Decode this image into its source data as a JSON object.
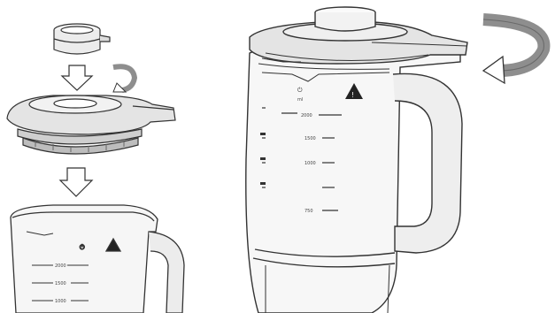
{
  "figure": {
    "steps": [
      "insert-cap",
      "place-lid-and-twist",
      "lid-on-jug",
      "twist-to-lock"
    ]
  },
  "large_jug": {
    "marks": [
      "2000",
      "1500",
      "1000",
      "750"
    ],
    "top_symbol_text": "ml",
    "warning_symbol": "triangle-warning"
  },
  "small_jug": {
    "marks": [
      "2000",
      "1500",
      "1000"
    ]
  },
  "colors": {
    "line": "#333333",
    "arrow_fill": "#9a9a9a",
    "arrow_dark": "#6e6e6e",
    "jug_shade": "#e8e8e8",
    "background": "#ffffff"
  }
}
